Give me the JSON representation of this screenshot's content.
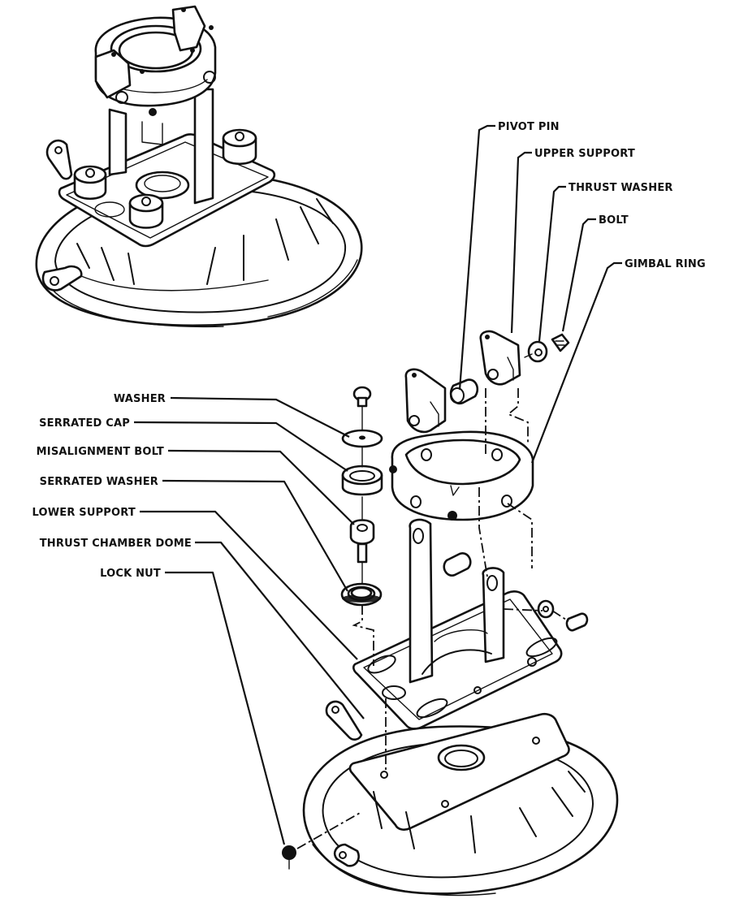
{
  "figure": {
    "type": "exploded-assembly-diagram",
    "subject": "Thrust chamber gimbal mount",
    "views": [
      "assembled-view",
      "exploded-view"
    ],
    "callouts_right": [
      {
        "id": "pivot-pin",
        "label": "PIVOT PIN"
      },
      {
        "id": "upper-support",
        "label": "UPPER SUPPORT"
      },
      {
        "id": "thrust-washer",
        "label": "THRUST WASHER"
      },
      {
        "id": "bolt",
        "label": "BOLT"
      },
      {
        "id": "gimbal-ring",
        "label": "GIMBAL RING"
      }
    ],
    "callouts_left": [
      {
        "id": "washer",
        "label": "WASHER"
      },
      {
        "id": "serrated-cap",
        "label": "SERRATED CAP"
      },
      {
        "id": "misalignment-bolt",
        "label": "MISALIGNMENT BOLT"
      },
      {
        "id": "serrated-washer",
        "label": "SERRATED WASHER"
      },
      {
        "id": "lower-support",
        "label": "LOWER SUPPORT"
      },
      {
        "id": "thrust-chamber-dome",
        "label": "THRUST CHAMBER DOME"
      },
      {
        "id": "lock-nut",
        "label": "LOCK NUT"
      }
    ]
  }
}
